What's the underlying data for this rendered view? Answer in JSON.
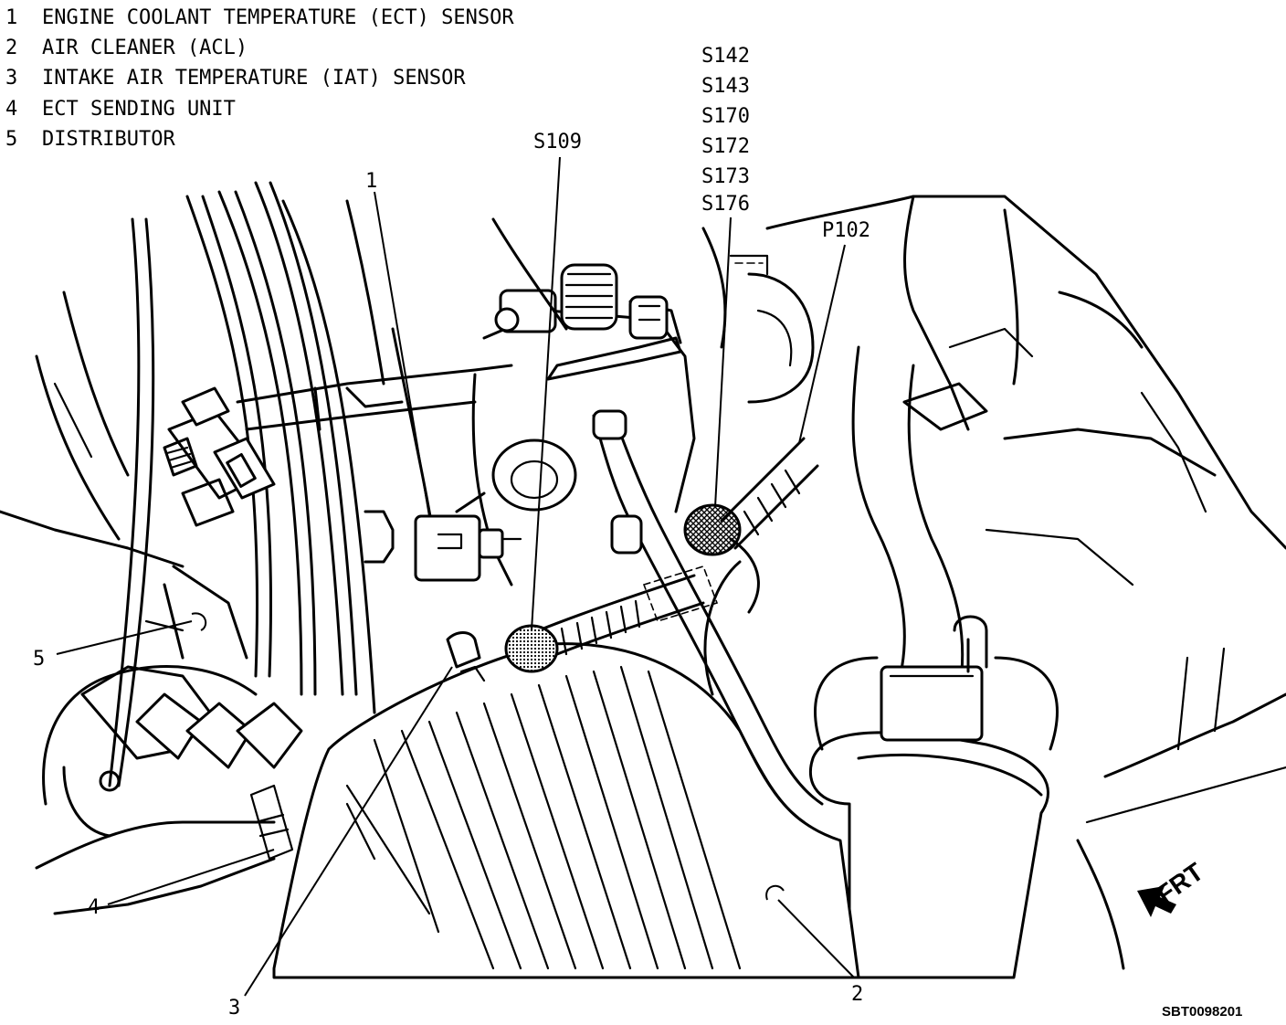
{
  "legend": [
    {
      "number": "1",
      "label": "ENGINE COOLANT TEMPERATURE (ECT) SENSOR"
    },
    {
      "number": "2",
      "label": "AIR CLEANER (ACL)"
    },
    {
      "number": "3",
      "label": "INTAKE AIR TEMPERATURE (IAT) SENSOR"
    },
    {
      "number": "4",
      "label": "ECT SENDING UNIT"
    },
    {
      "number": "5",
      "label": "DISTRIBUTOR"
    }
  ],
  "splices": {
    "group": [
      "S142",
      "S143",
      "S170",
      "S172",
      "S173",
      "S176"
    ],
    "single": "S109"
  },
  "connector": "P102",
  "callouts": {
    "c1": "1",
    "c2": "2",
    "c3": "3",
    "c4": "4",
    "c5": "5"
  },
  "direction": "FRT",
  "figure_code": "SBT0098201"
}
